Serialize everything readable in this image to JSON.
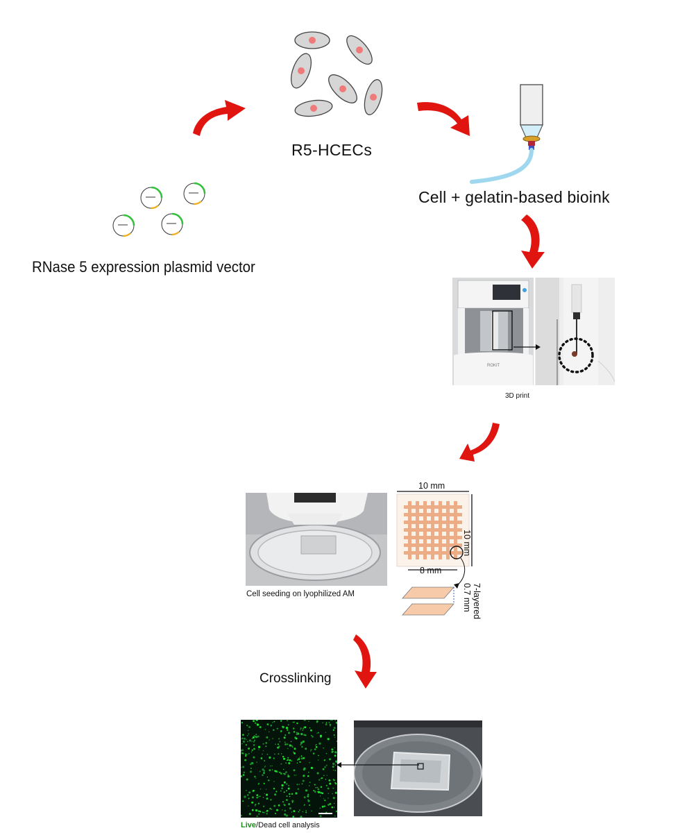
{
  "labels": {
    "cells": "R5-HCECs",
    "bioink": "Cell + gelatin-based bioink",
    "plasmid": "RNase 5 expression plasmid vector",
    "print": "3D print",
    "seeding": "Cell seeding on lyophilized AM",
    "crosslinking": "Crosslinking",
    "live_word": "Live",
    "dead_rest": "/Dead cell analysis"
  },
  "scaffold": {
    "width": "10 mm",
    "height": "10 mm",
    "pattern": "8 mm",
    "layers": "7-layered",
    "thickness": "0.7 mm"
  },
  "colors": {
    "arrow": "#e0150f",
    "cell_body": "#d6d6d6",
    "nucleus": "#f07a7a",
    "grid": "#ecad86",
    "layer": "#f7cba9",
    "live_green": "#1f8a1f",
    "plasmid_green": "#34c03a",
    "nozzle_blue": "#9fd7ef"
  },
  "icons": [
    "curved-arrow-icon",
    "cell-icon",
    "plasmid-icon",
    "nozzle-icon"
  ]
}
